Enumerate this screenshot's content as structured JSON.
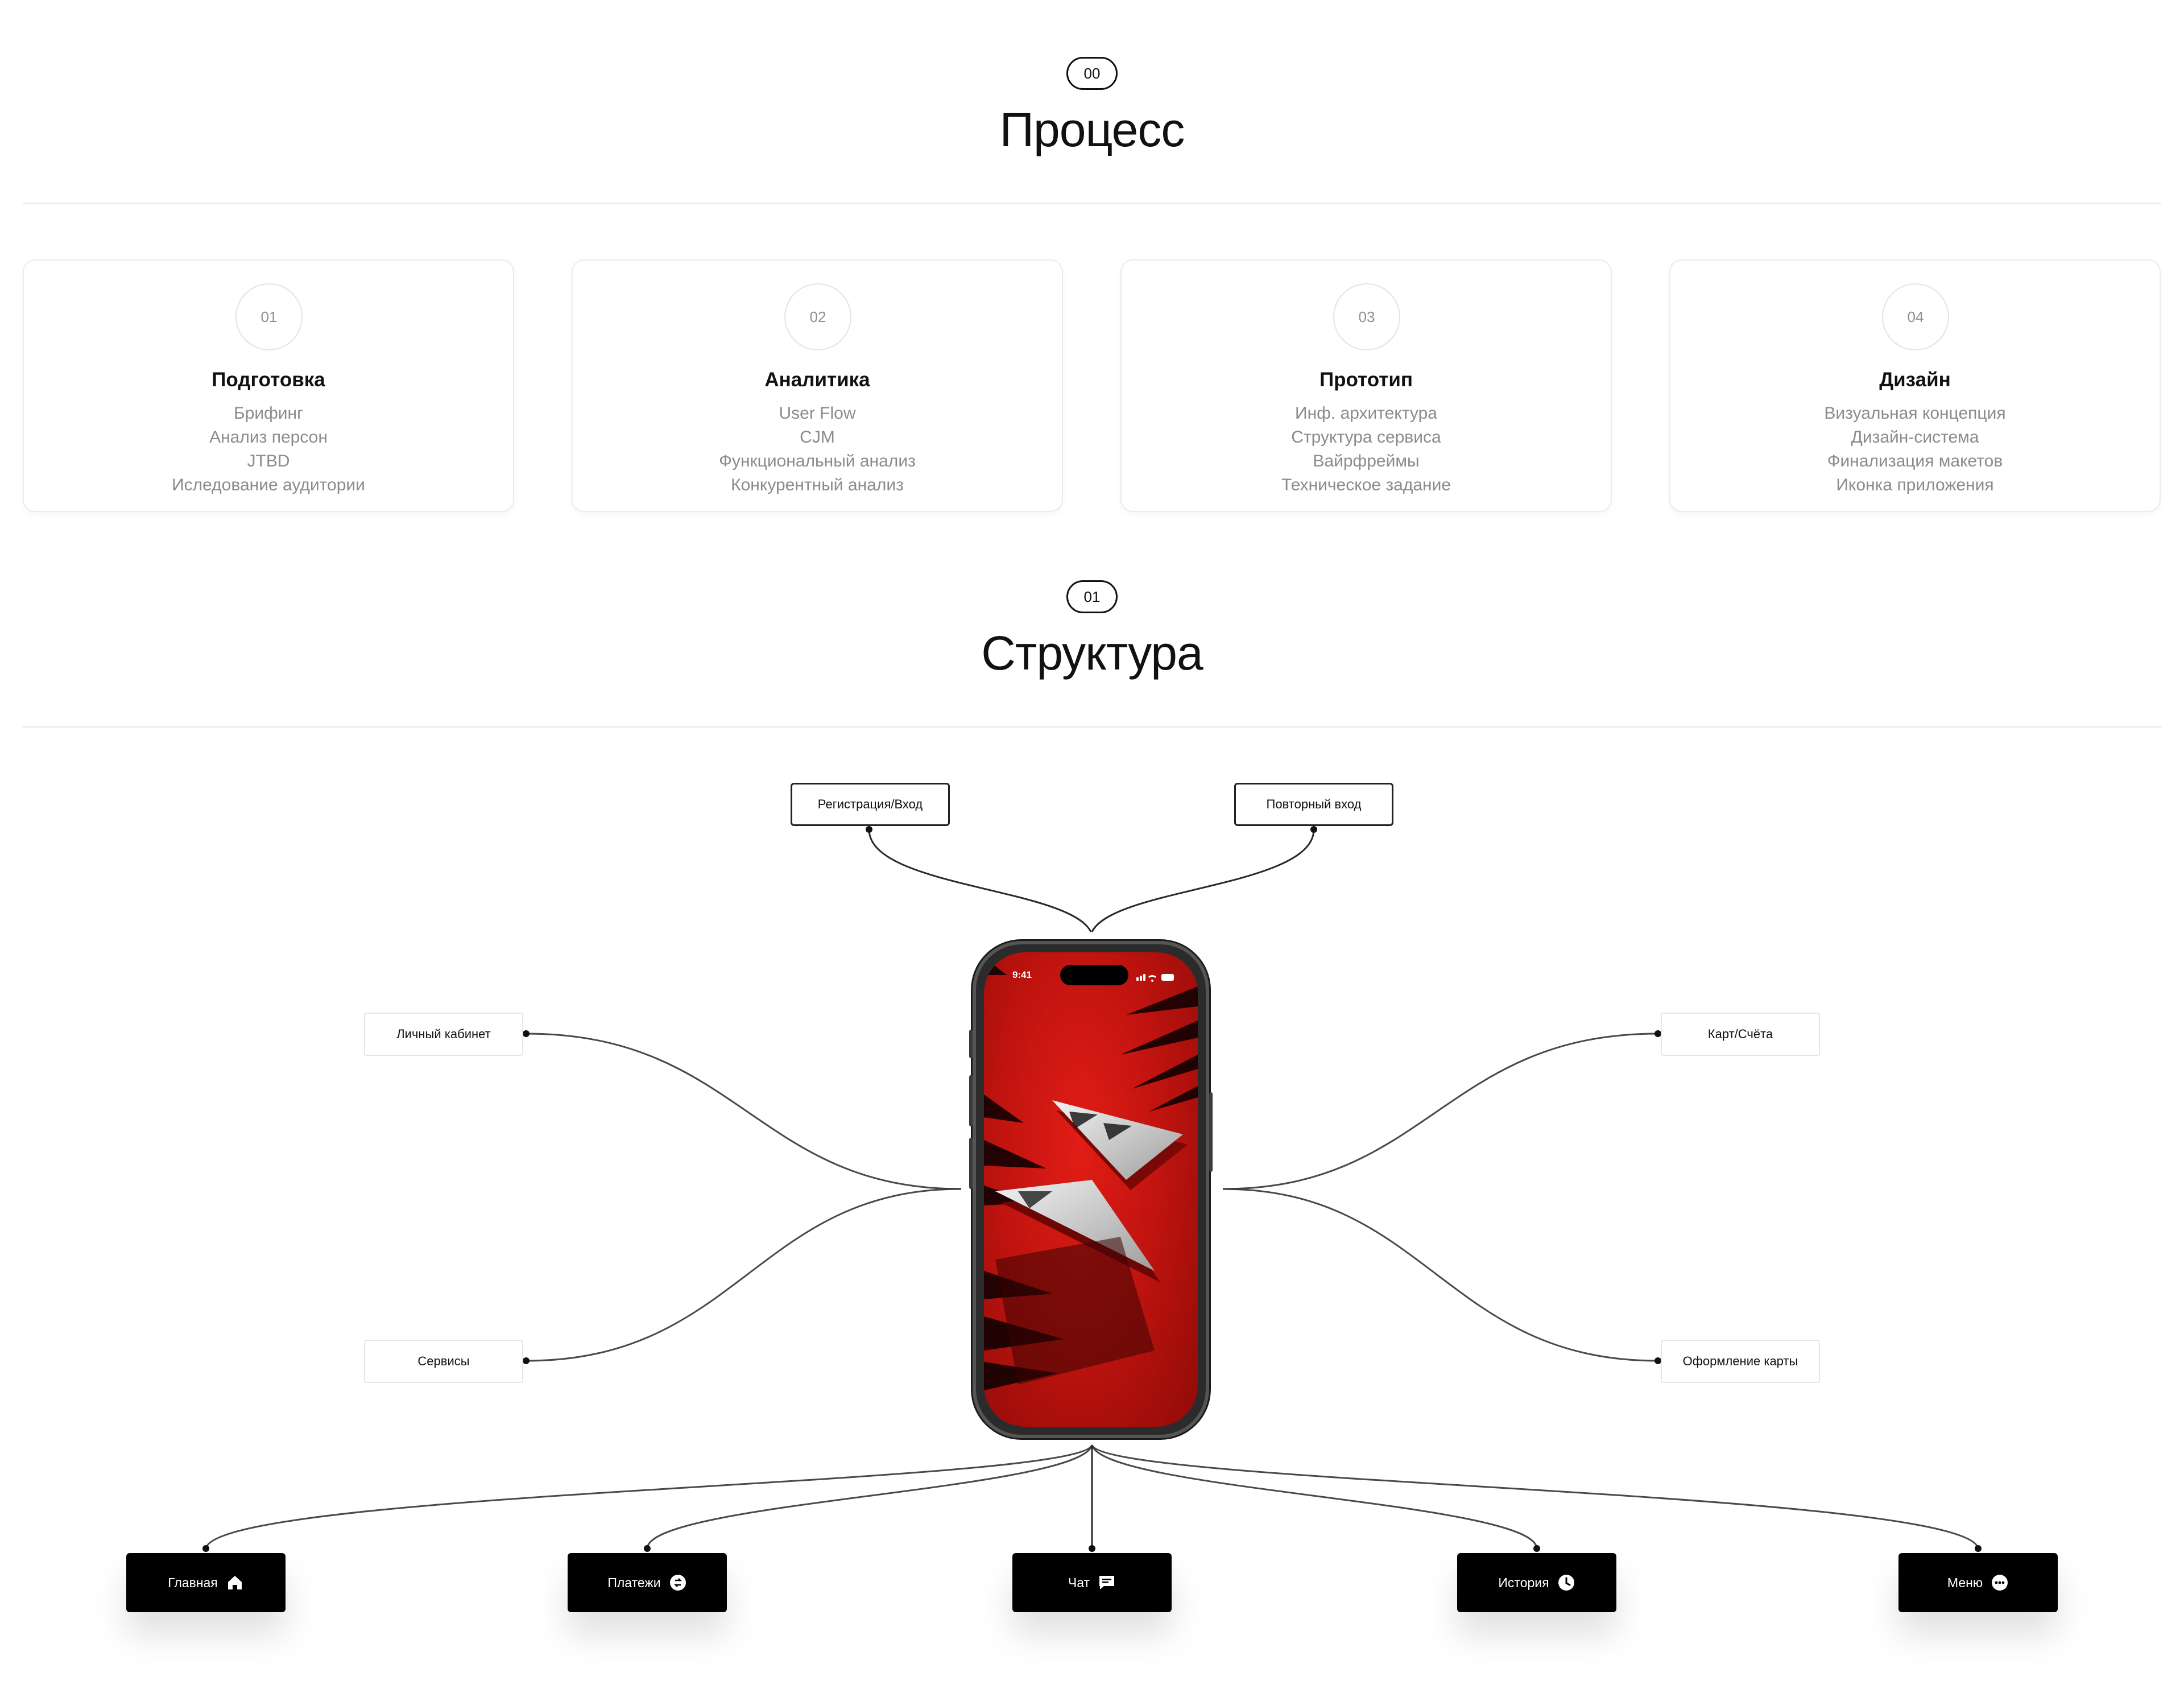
{
  "process": {
    "number": "00",
    "title": "Процесс",
    "cards": [
      {
        "number": "01",
        "title": "Подготовка",
        "items": [
          "Брифинг",
          "Анализ персон",
          "JTBD",
          "Иследование аудитории"
        ]
      },
      {
        "number": "02",
        "title": "Аналитика",
        "items": [
          "User Flow",
          "CJM",
          "Функциональный анализ",
          "Конкурентный анализ"
        ]
      },
      {
        "number": "03",
        "title": "Прототип",
        "items": [
          "Инф. архитектура",
          "Структура сервиса",
          "Вайрфреймы",
          "Техническое задание"
        ]
      },
      {
        "number": "04",
        "title": "Дизайн",
        "items": [
          "Визуальная концепция",
          "Дизайн-система",
          "Финализация макетов",
          "Иконка приложения"
        ]
      }
    ]
  },
  "structure": {
    "number": "01",
    "title": "Структура",
    "nodes": {
      "registration": "Регистрация/Вход",
      "repeat_login": "Повторный вход",
      "account": "Личный кабинет",
      "services": "Сервисы",
      "cards_accounts": "Карт/Счёта",
      "card_design": "Оформление карты"
    },
    "phone": {
      "time": "9:41"
    },
    "tabs": [
      {
        "label": "Главная",
        "icon": "home-icon"
      },
      {
        "label": "Платежи",
        "icon": "payments-icon"
      },
      {
        "label": "Чат",
        "icon": "chat-icon"
      },
      {
        "label": "История",
        "icon": "clock-icon"
      },
      {
        "label": "Меню",
        "icon": "more-icon"
      }
    ]
  },
  "colors": {
    "accent_red": "#c8140f",
    "ink": "#111111",
    "muted": "#8b8b8b"
  }
}
